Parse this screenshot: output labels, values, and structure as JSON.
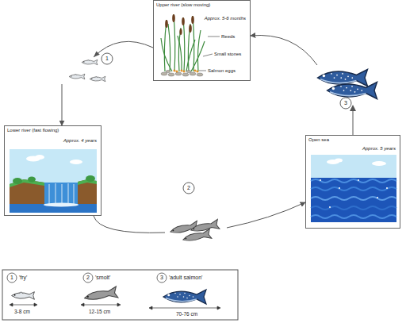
{
  "diagram": {
    "nodes": [
      {
        "text": [
          "Upper river (slow moving)",
          "Approx. 5-6 months"
        ]
      },
      {
        "text": [
          "Lower river (fast flowing)",
          "Approx. 4 years"
        ]
      },
      {
        "text": [
          "Open sea",
          "Approx. 5 years"
        ]
      }
    ],
    "edges": [
      {
        "from": 0,
        "to": 1,
        "arrow": "to"
      },
      {
        "from": 1,
        "to": 2,
        "arrow": "to"
      },
      {
        "from": 2,
        "to": 0,
        "arrow": "to"
      }
    ],
    "labels": [
      "1",
      "2",
      "3",
      "Reeds",
      "Small stones",
      "Salmon eggs",
      "1",
      "2",
      "3",
      "3-8 cm",
      "12-15 cm",
      "70-76 cm"
    ],
    "legend": [
      {
        "text": "'fry'"
      },
      {
        "text": "'smolt'"
      },
      {
        "text": "'adult salmon'"
      }
    ]
  }
}
